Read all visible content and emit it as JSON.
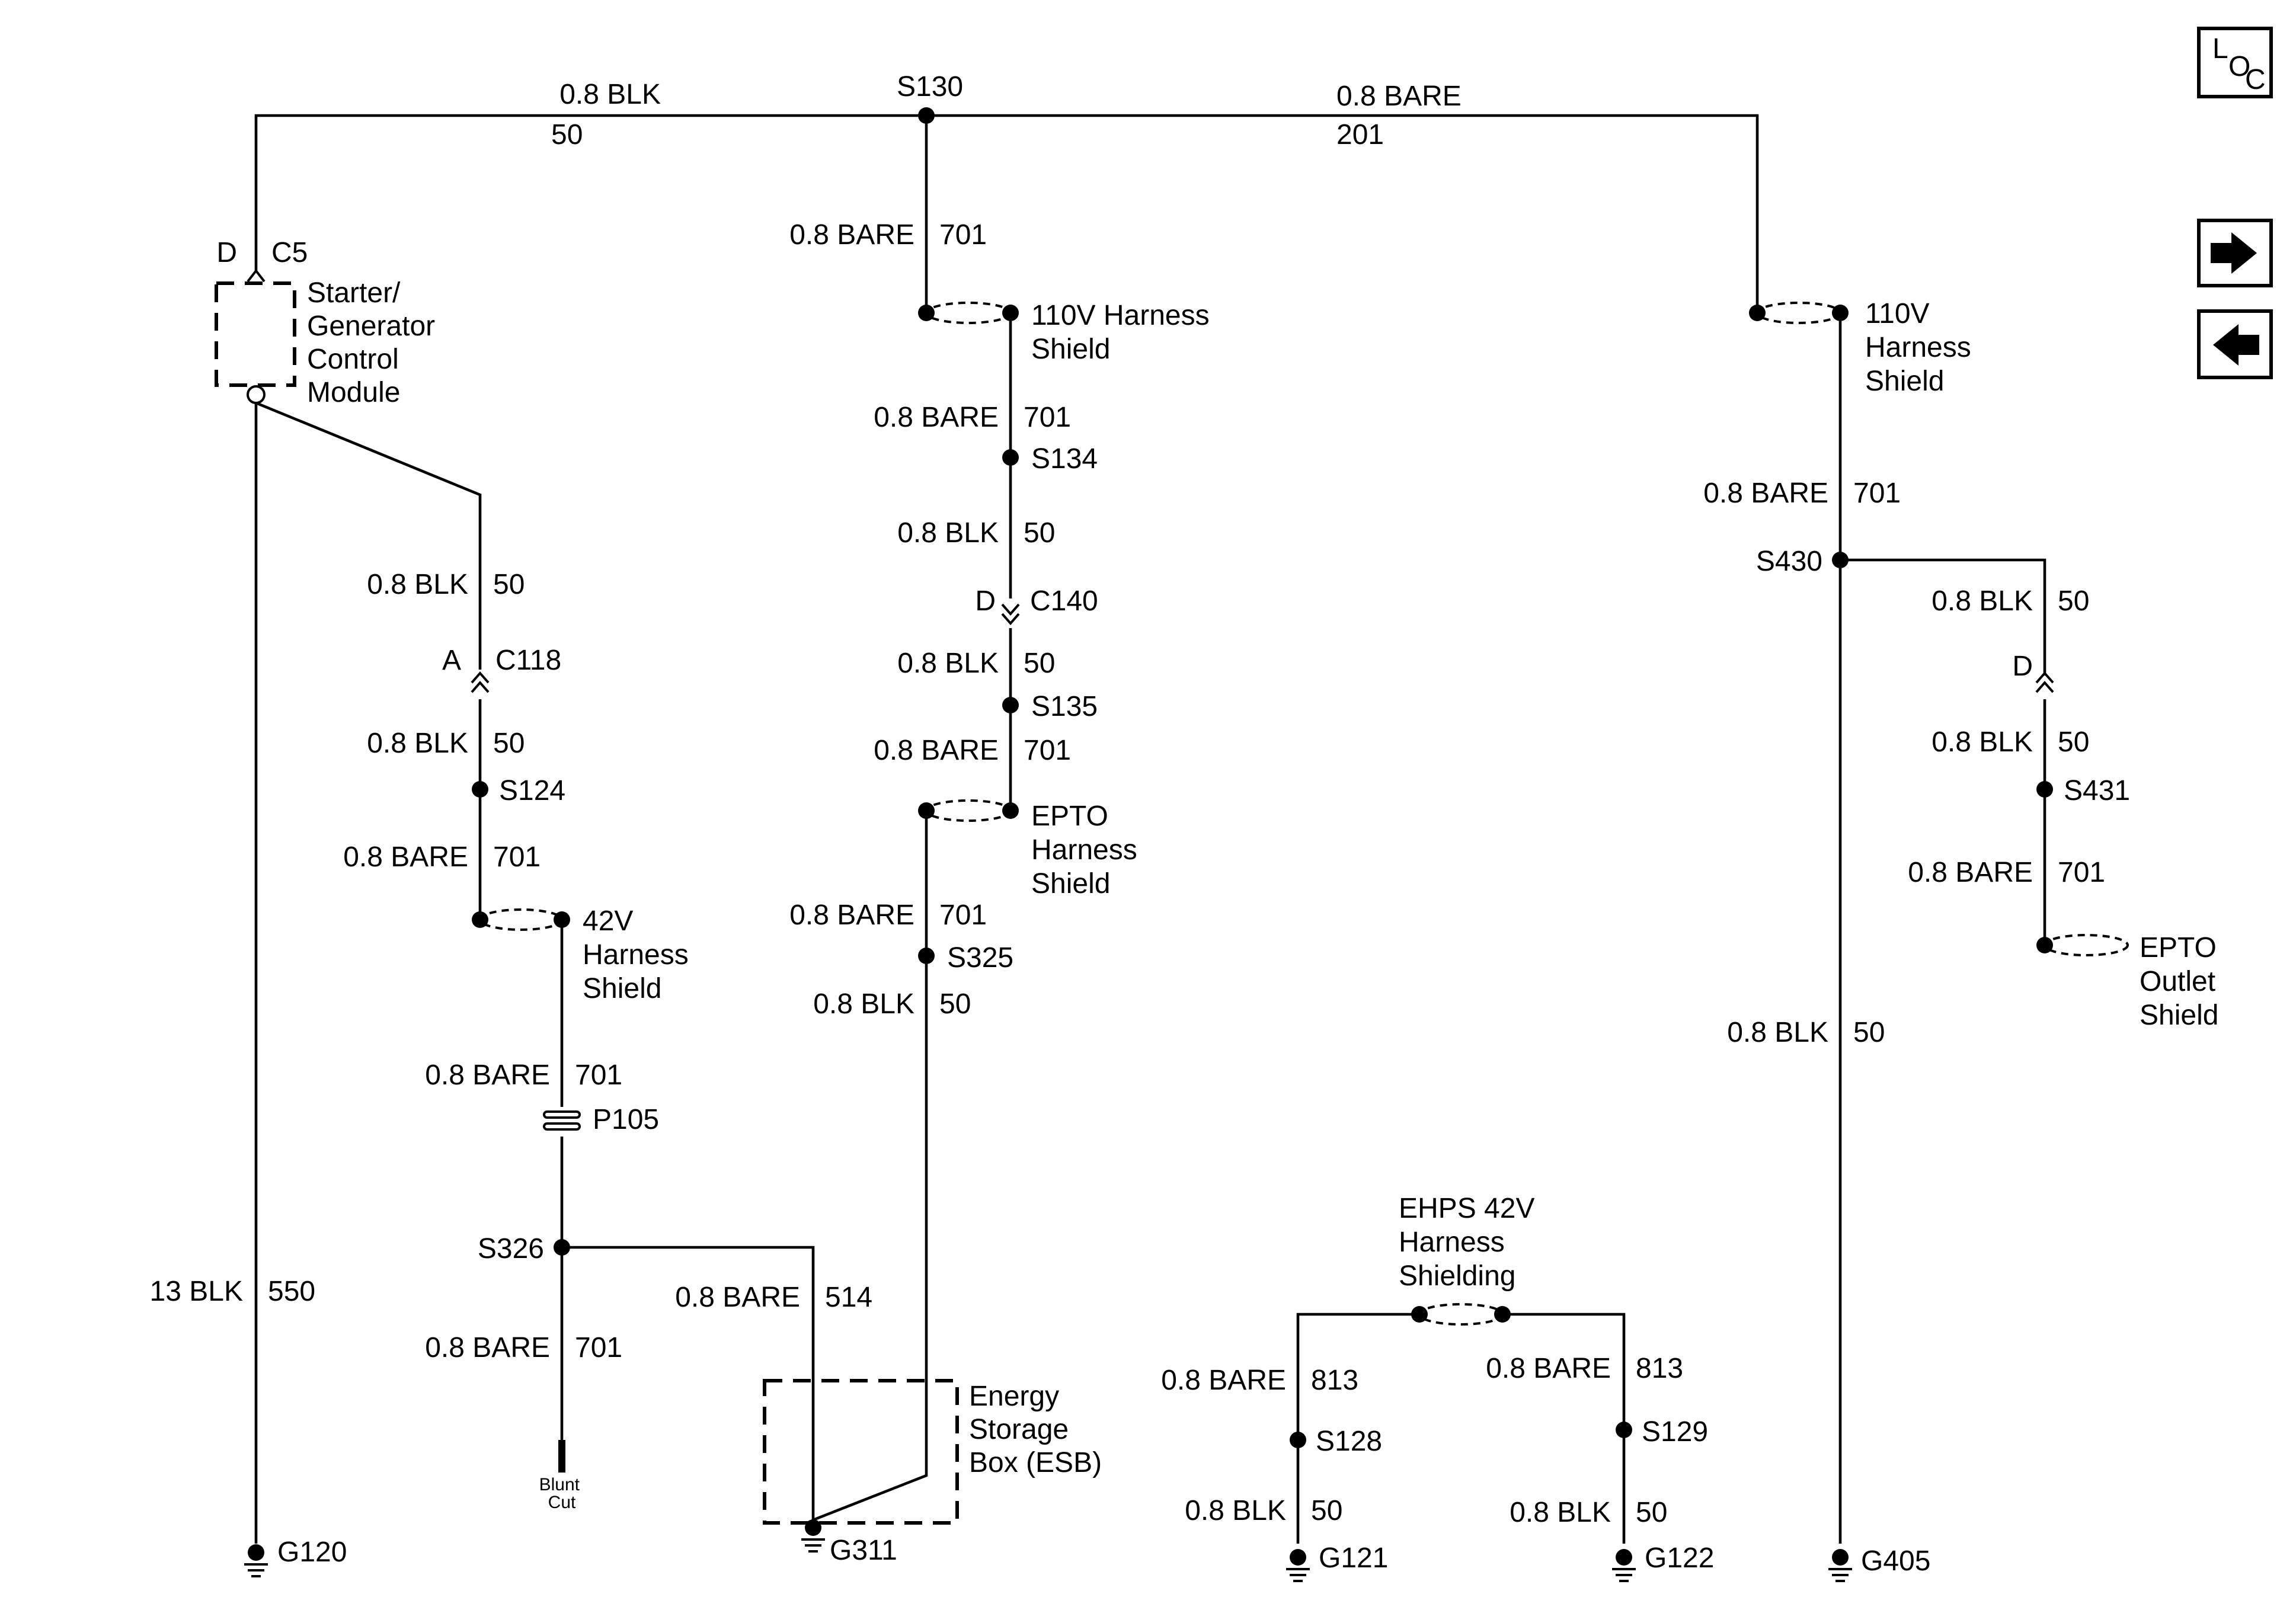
{
  "wire_labels": {
    "top_left_size": "0.8 BLK",
    "top_left_circuit": "50",
    "top_right_size": "0.8 BARE",
    "top_right_circuit": "201",
    "col2_a_size": "0.8 BARE",
    "col2_a_circuit": "701",
    "col2_b_size": "0.8 BARE",
    "col2_b_circuit": "701",
    "col2_c_size": "0.8 BLK",
    "col2_c_circuit": "50",
    "col2_d_size": "0.8 BLK",
    "col2_d_circuit": "50",
    "col2_e_size": "0.8 BARE",
    "col2_e_circuit": "701",
    "col2_f_size": "0.8 BARE",
    "col2_f_circuit": "701",
    "col2_g_size": "0.8 BLK",
    "col2_g_circuit": "50",
    "col1_a_size": "0.8 BLK",
    "col1_a_circuit": "50",
    "col1_b_size": "0.8 BLK",
    "col1_b_circuit": "50",
    "col1_c_size": "0.8 BARE",
    "col1_c_circuit": "701",
    "col1_d_size": "0.8 BARE",
    "col1_d_circuit": "701",
    "col1_e_size": "0.8 BARE",
    "col1_e_circuit": "701",
    "col1_f_size": "0.8 BARE",
    "col1_f_circuit": "514",
    "ground_main_size": "13 BLK",
    "ground_main_circuit": "550",
    "right_a_size": "0.8 BARE",
    "right_a_circuit": "701",
    "right_b_size": "0.8 BLK",
    "right_b_circuit": "50",
    "right2_a_size": "0.8 BLK",
    "right2_a_circuit": "50",
    "right2_b_size": "0.8 BLK",
    "right2_b_circuit": "50",
    "right2_c_size": "0.8 BARE",
    "right2_c_circuit": "701",
    "ehps_a_size": "0.8 BARE",
    "ehps_a_circuit": "813",
    "ehps_b_size": "0.8 BARE",
    "ehps_b_circuit": "813",
    "ehps_c_size": "0.8 BLK",
    "ehps_c_circuit": "50",
    "ehps_d_size": "0.8 BLK",
    "ehps_d_circuit": "50"
  },
  "splices": {
    "s130": "S130",
    "s134": "S134",
    "s135": "S135",
    "s325": "S325",
    "s124": "S124",
    "s326": "S326",
    "s430": "S430",
    "s431": "S431",
    "s128": "S128",
    "s129": "S129"
  },
  "connectors": {
    "c5_pin": "D",
    "c5": "C5",
    "c118_pin": "A",
    "c118": "C118",
    "c140_pin": "D",
    "c140": "C140",
    "right_pin": "D",
    "p105": "P105"
  },
  "components": {
    "sgcm": [
      "Starter/",
      "Generator",
      "Control",
      "Module"
    ],
    "esb": [
      "Energy",
      "Storage",
      "Box (ESB)"
    ],
    "shield_110v_a": [
      "110V Harness",
      "Shield"
    ],
    "shield_110v_b": [
      "110V",
      "Harness",
      "Shield"
    ],
    "shield_epto": [
      "EPTO",
      "Harness",
      "Shield"
    ],
    "shield_42v": [
      "42V",
      "Harness",
      "Shield"
    ],
    "shield_epto_outlet": [
      "EPTO",
      "Outlet",
      "Shield"
    ],
    "shield_ehps": [
      "EHPS 42V",
      "Harness",
      "Shielding"
    ],
    "blunt_cut": [
      "Blunt",
      "Cut"
    ]
  },
  "grounds": {
    "g120": "G120",
    "g311": "G311",
    "g121": "G121",
    "g122": "G122",
    "g405": "G405"
  },
  "nav": {
    "loc_l": "L",
    "loc_o": "O",
    "loc_c": "C",
    "forward_icon": "arrow-right-icon",
    "back_icon": "arrow-left-icon"
  }
}
